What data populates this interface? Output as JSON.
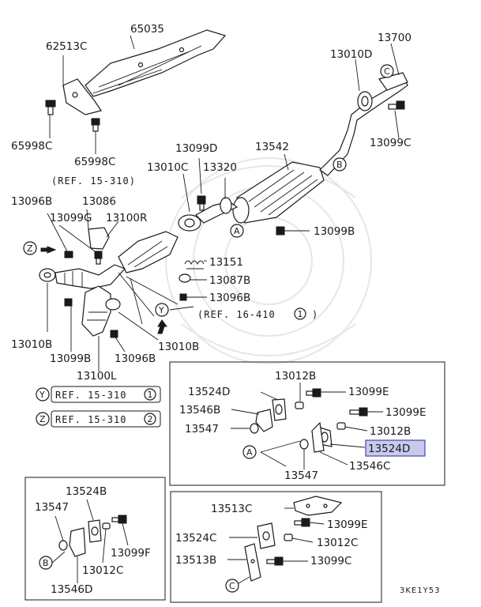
{
  "labels": {
    "p65035": "65035",
    "p62513C": "62513C",
    "p65998C_a": "65998C",
    "p65998C_b": "65998C",
    "p13700": "13700",
    "p13010D": "13010D",
    "p13099C": "13099C",
    "p13542": "13542",
    "p13099D": "13099D",
    "p13010C": "13010C",
    "p13320": "13320",
    "ref_15_310": "(REF. 15-310)",
    "p13096B_top": "13096B",
    "p13086": "13086",
    "p13099G": "13099G",
    "p13100R": "13100R",
    "p13151": "13151",
    "p13087B": "13087B",
    "p13096B_mid": "13096B",
    "p13099B_right": "13099B",
    "ref_16_410": "(REF. 16-410",
    "ref_16_410_num": "1",
    "ref_16_410_close": ")",
    "p13010B_left": "13010B",
    "p13010B_bottom": "13010B",
    "p13099B_bottom": "13099B",
    "p13096B_bottom": "13096B",
    "p13100L": "13100L"
  },
  "circle_markers": {
    "A": "A",
    "B": "B",
    "C": "C",
    "Y": "Y",
    "Z": "Z"
  },
  "legend": {
    "y_ref": "REF. 15-310",
    "y_num": "1",
    "z_ref": "REF. 15-310",
    "z_num": "2"
  },
  "detail_a": {
    "p13012B_top": "13012B",
    "p13524D_left": "13524D",
    "p13099E_top": "13099E",
    "p13546B": "13546B",
    "p13099E_right": "13099E",
    "p13547_left": "13547",
    "p13012B_right": "13012B",
    "p13524D_highlight": "13524D",
    "p13547_bottom": "13547",
    "p13546C": "13546C"
  },
  "detail_b": {
    "p13524B": "13524B",
    "p13547": "13547",
    "p13099F": "13099F",
    "p13012C": "13012C",
    "p13546D": "13546D"
  },
  "detail_c": {
    "p13513C": "13513C",
    "p13099E": "13099E",
    "p13524C": "13524C",
    "p13012C": "13012C",
    "p13513B": "13513B",
    "p13099C": "13099C"
  },
  "diagram_code": "3KE1Y53",
  "highlight_color": "#c9c9ef"
}
